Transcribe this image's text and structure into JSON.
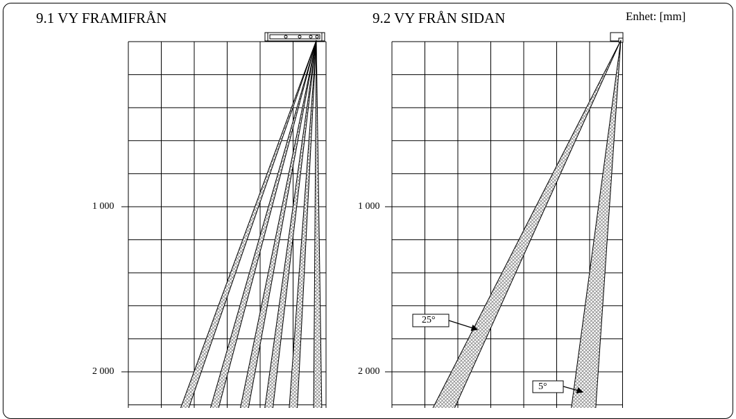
{
  "front_view": {
    "title": "9.1  VY FRAMIFRÅN",
    "y_ticks": [
      {
        "value": 1000,
        "label": "1 000"
      },
      {
        "value": 2000,
        "label": "2 000"
      }
    ]
  },
  "side_view": {
    "title": "9.2  VY FRÅN SIDAN",
    "unit": "Enhet: [mm]",
    "y_ticks": [
      {
        "value": 1000,
        "label": "1 000"
      },
      {
        "value": 2000,
        "label": "2 000"
      }
    ],
    "callouts": [
      {
        "label": "25°"
      },
      {
        "label": "5°"
      }
    ]
  },
  "colors": {
    "line": "#000000",
    "hatch": "#9a9a9a",
    "background": "#ffffff"
  }
}
